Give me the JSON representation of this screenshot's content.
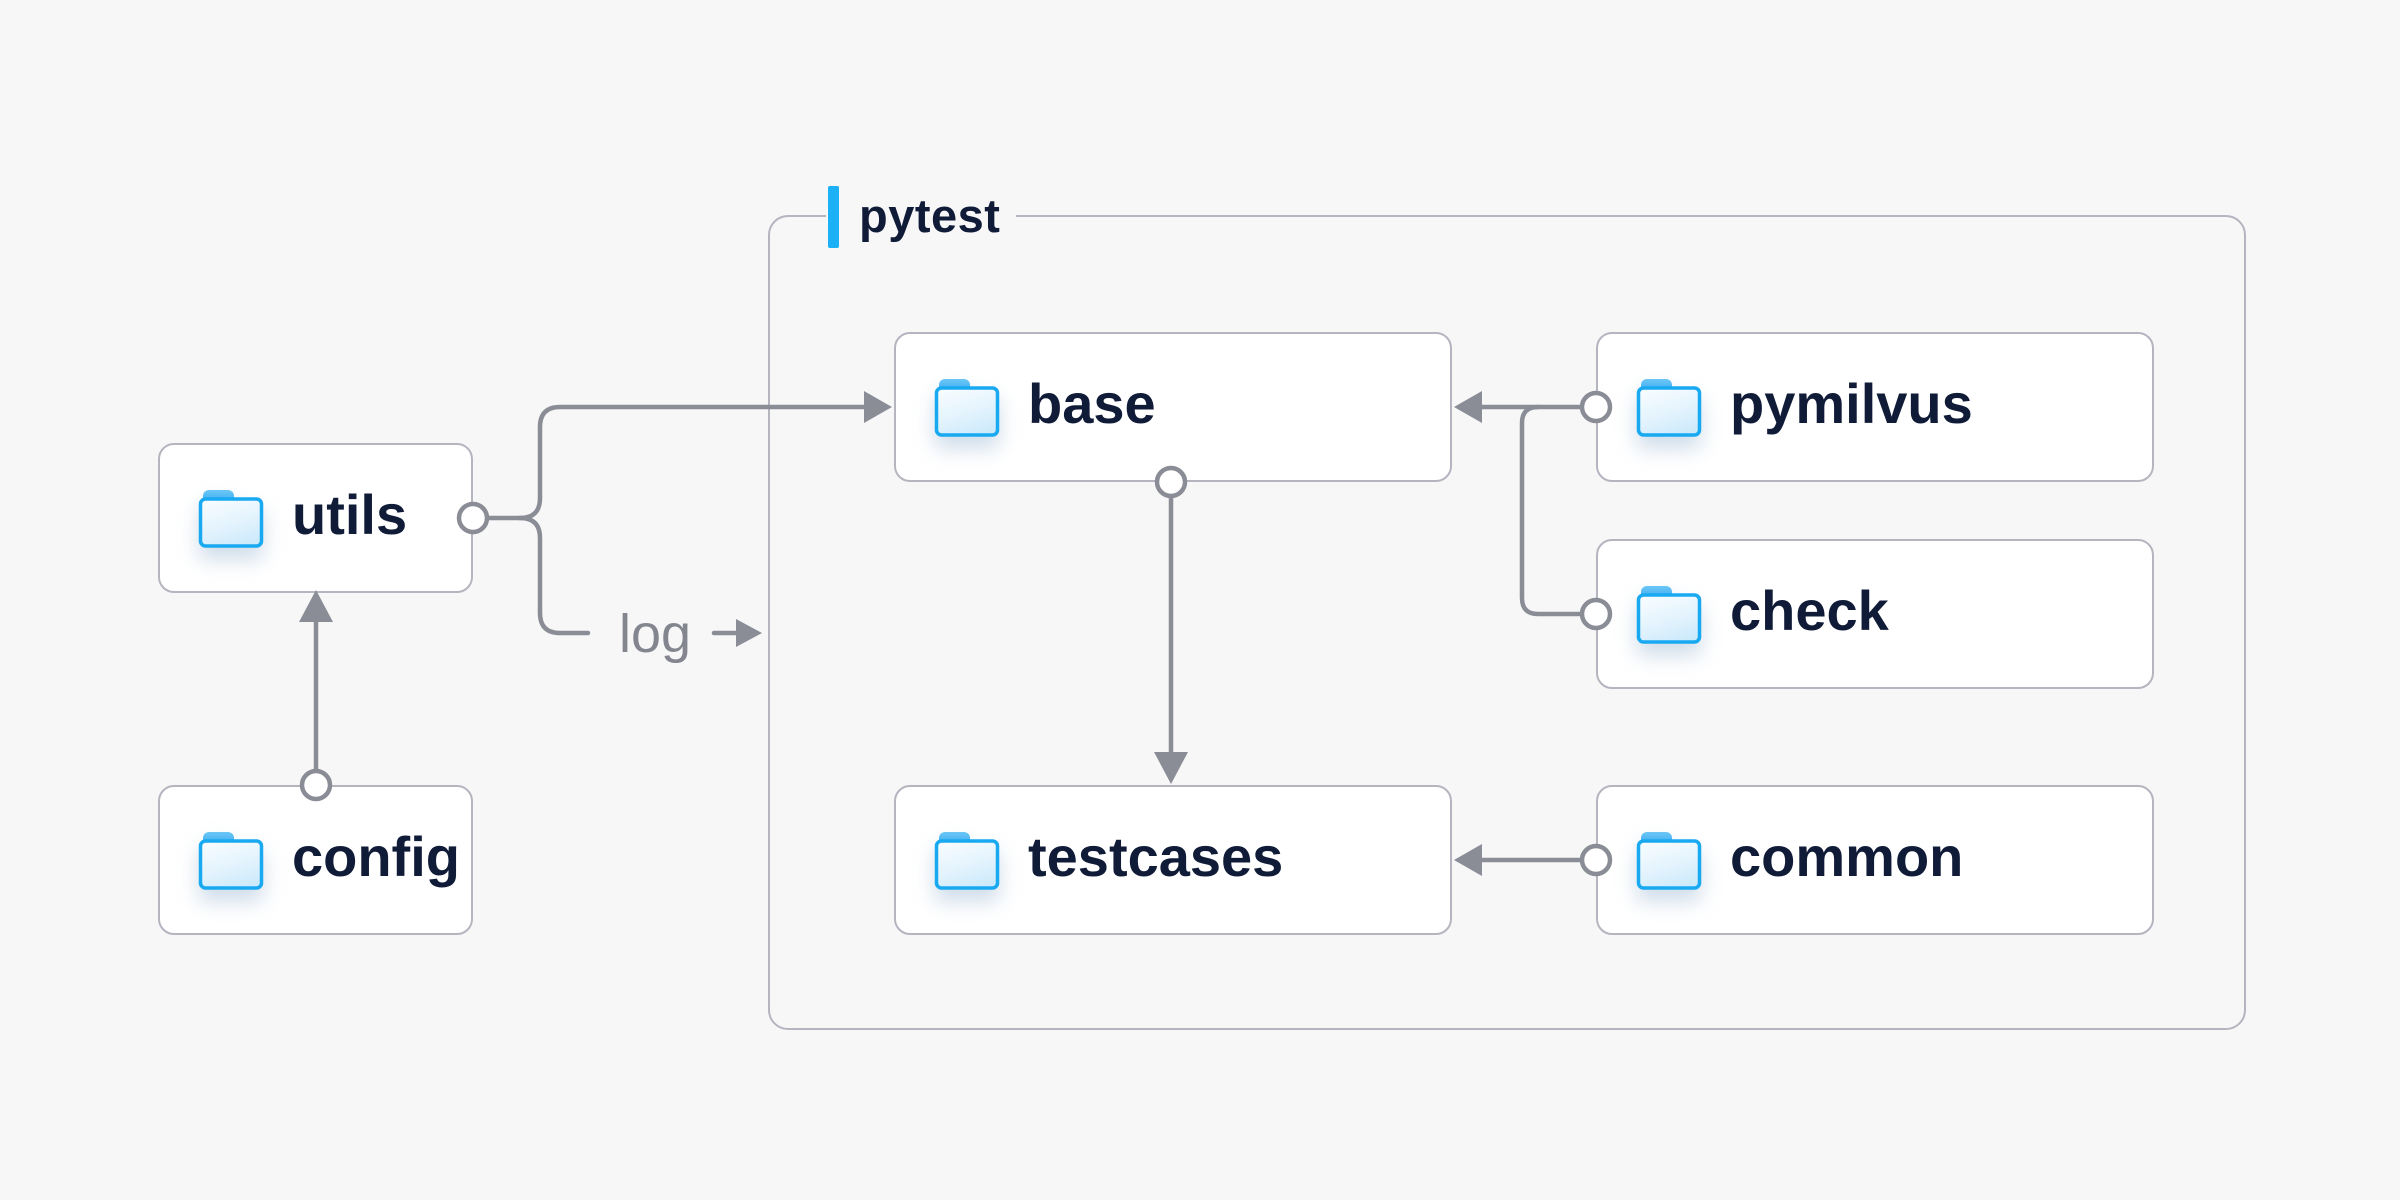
{
  "diagram": {
    "container": {
      "label": "pytest"
    },
    "nodes": [
      {
        "id": "utils",
        "label": "utils"
      },
      {
        "id": "config",
        "label": "config"
      },
      {
        "id": "base",
        "label": "base"
      },
      {
        "id": "pymilvus",
        "label": "pymilvus"
      },
      {
        "id": "check",
        "label": "check"
      },
      {
        "id": "testcases",
        "label": "testcases"
      },
      {
        "id": "common",
        "label": "common"
      }
    ],
    "edge_label": "log",
    "edges": [
      {
        "from": "config",
        "to": "utils"
      },
      {
        "from": "utils",
        "to": "base"
      },
      {
        "from": "utils",
        "to": "log",
        "label": "log"
      },
      {
        "from": "base",
        "to": "testcases"
      },
      {
        "from": "pymilvus",
        "to": "base"
      },
      {
        "from": "check",
        "to": "base"
      },
      {
        "from": "common",
        "to": "testcases"
      }
    ],
    "colors": {
      "background": "#f7f7f8",
      "node_fill": "#ffffff",
      "node_border": "#b4b5bf",
      "connector": "#8a8c96",
      "text": "#101b38",
      "edge_label_text": "#84868f",
      "accent_blue": "#1cb0f6",
      "folder_stroke": "#18a9f1"
    }
  }
}
